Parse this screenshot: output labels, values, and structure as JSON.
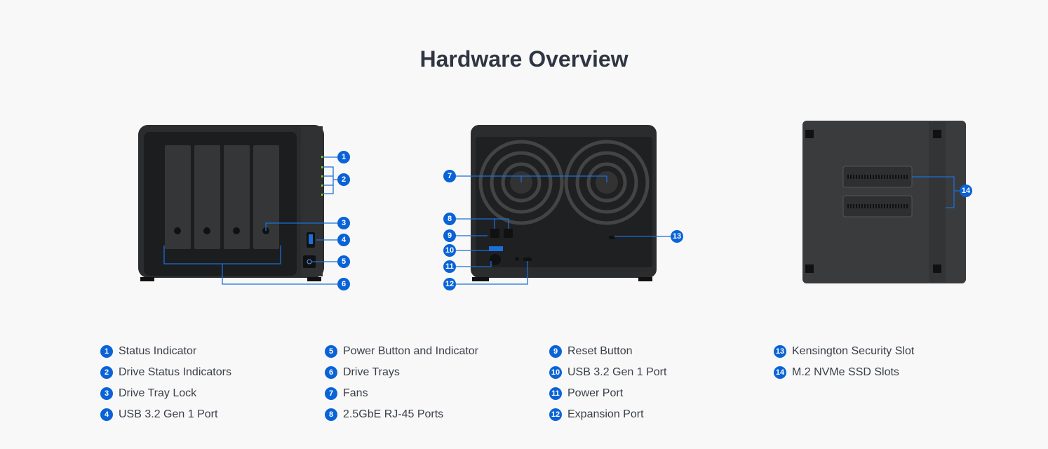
{
  "title": "Hardware Overview",
  "accent": "#0a63d6",
  "legend": [
    [
      {
        "n": "1",
        "label": "Status Indicator"
      },
      {
        "n": "2",
        "label": "Drive Status Indicators"
      },
      {
        "n": "3",
        "label": "Drive Tray Lock"
      },
      {
        "n": "4",
        "label": "USB 3.2 Gen 1 Port"
      }
    ],
    [
      {
        "n": "5",
        "label": "Power Button and Indicator"
      },
      {
        "n": "6",
        "label": "Drive Trays"
      },
      {
        "n": "7",
        "label": "Fans"
      },
      {
        "n": "8",
        "label": "2.5GbE RJ-45 Ports"
      }
    ],
    [
      {
        "n": "9",
        "label": "Reset Button"
      },
      {
        "n": "10",
        "label": "USB 3.2 Gen 1 Port"
      },
      {
        "n": "11",
        "label": "Power Port"
      },
      {
        "n": "12",
        "label": "Expansion Port"
      }
    ],
    [
      {
        "n": "13",
        "label": "Kensington Security Slot"
      },
      {
        "n": "14",
        "label": "M.2 NVMe SSD Slots"
      }
    ]
  ]
}
